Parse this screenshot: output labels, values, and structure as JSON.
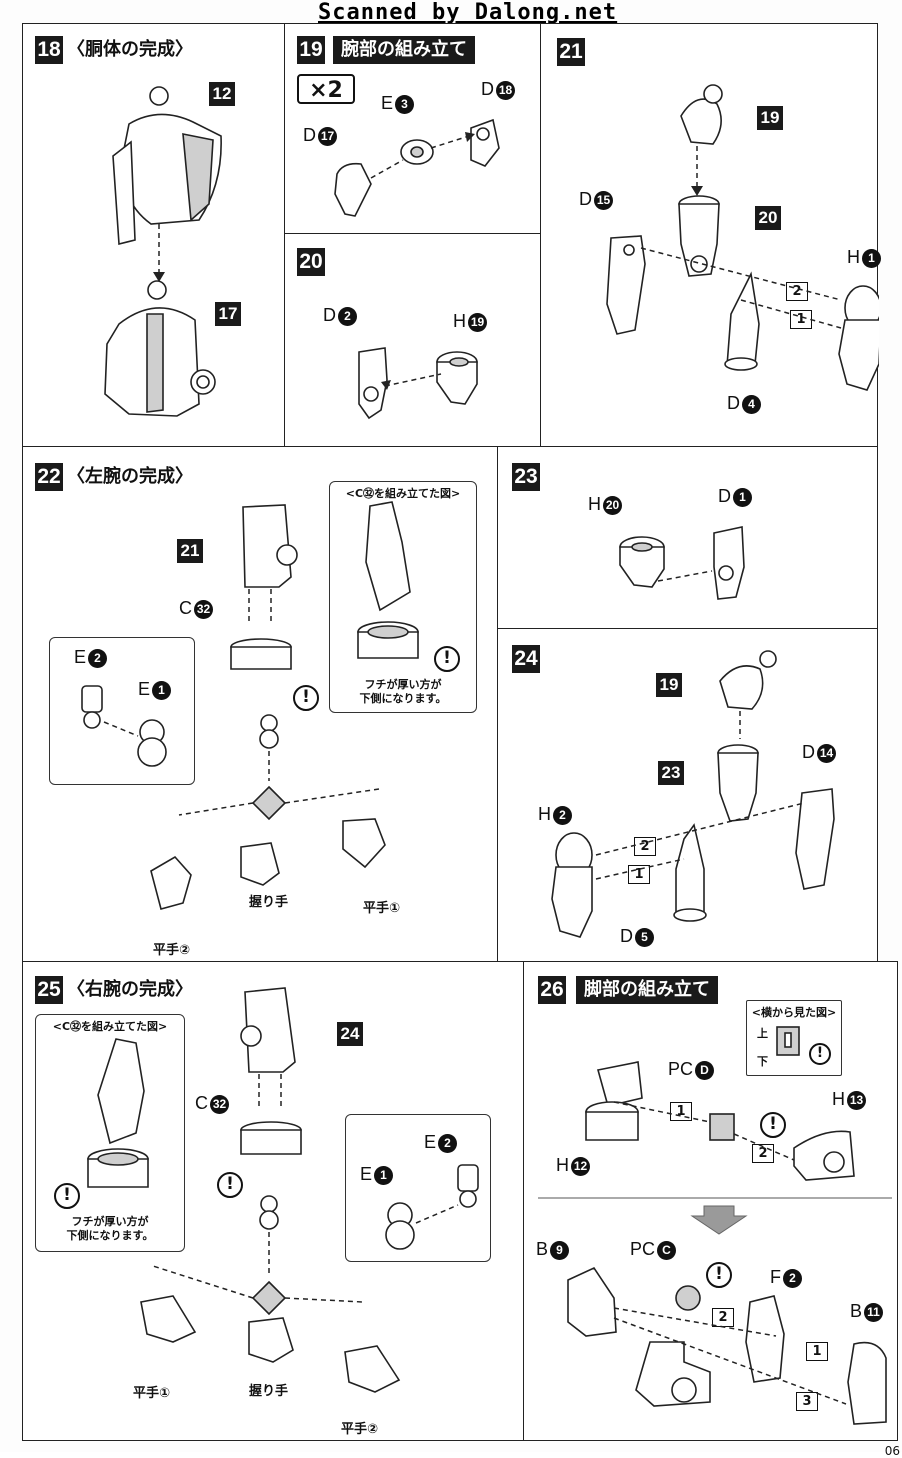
{
  "scan_credit": "Scanned by Dalong.net",
  "page_number": "06",
  "steps": [
    {
      "num": "18",
      "title": "〈胴体の完成〉",
      "refs": [
        "12",
        "17"
      ]
    },
    {
      "num": "19",
      "title": "腕部の組み立て",
      "multiplier": "×2",
      "parts": [
        {
          "letter": "E",
          "num": "3"
        },
        {
          "letter": "D",
          "num": "18"
        },
        {
          "letter": "D",
          "num": "17"
        }
      ]
    },
    {
      "num": "20",
      "parts": [
        {
          "letter": "D",
          "num": "2"
        },
        {
          "letter": "H",
          "num": "19"
        }
      ]
    },
    {
      "num": "21",
      "refs": [
        "19",
        "20"
      ],
      "parts": [
        {
          "letter": "D",
          "num": "15"
        },
        {
          "letter": "H",
          "num": "1"
        },
        {
          "letter": "D",
          "num": "4"
        }
      ],
      "order": [
        "2",
        "1"
      ]
    },
    {
      "num": "22",
      "title": "〈左腕の完成〉",
      "refs": [
        "21"
      ],
      "parts": [
        {
          "letter": "C",
          "num": "32"
        },
        {
          "letter": "E",
          "num": "2"
        },
        {
          "letter": "E",
          "num": "1"
        }
      ],
      "note_title": "<C㉜を組み立てた図>",
      "note_text": [
        "フチが厚い方が",
        "下側になります。"
      ],
      "hands": [
        "握り手",
        "平手①",
        "平手②"
      ]
    },
    {
      "num": "23",
      "parts": [
        {
          "letter": "H",
          "num": "20"
        },
        {
          "letter": "D",
          "num": "1"
        }
      ]
    },
    {
      "num": "24",
      "refs": [
        "19",
        "23"
      ],
      "parts": [
        {
          "letter": "D",
          "num": "14"
        },
        {
          "letter": "H",
          "num": "2"
        },
        {
          "letter": "D",
          "num": "5"
        }
      ],
      "order": [
        "2",
        "1"
      ]
    },
    {
      "num": "25",
      "title": "〈右腕の完成〉",
      "refs": [
        "24"
      ],
      "parts": [
        {
          "letter": "C",
          "num": "32"
        },
        {
          "letter": "E",
          "num": "2"
        },
        {
          "letter": "E",
          "num": "1"
        }
      ],
      "note_title": "<C㉜を組み立てた図>",
      "note_text": [
        "フチが厚い方が",
        "下側になります。"
      ],
      "hands": [
        "平手①",
        "握り手",
        "平手②"
      ]
    },
    {
      "num": "26",
      "title": "脚部の組み立て",
      "side_view_title": "<横から見た図>",
      "side_top": "上",
      "side_bottom": "下",
      "parts_top": [
        {
          "letter": "PC",
          "num": "D"
        },
        {
          "letter": "H",
          "num": "13"
        },
        {
          "letter": "H",
          "num": "12"
        }
      ],
      "parts_bottom": [
        {
          "letter": "B",
          "num": "9"
        },
        {
          "letter": "PC",
          "num": "C"
        },
        {
          "letter": "F",
          "num": "2"
        },
        {
          "letter": "B",
          "num": "11"
        }
      ],
      "order_top": [
        "1",
        "2"
      ],
      "order_bottom": [
        "2",
        "1",
        "3"
      ]
    }
  ],
  "warning_symbol": "!"
}
